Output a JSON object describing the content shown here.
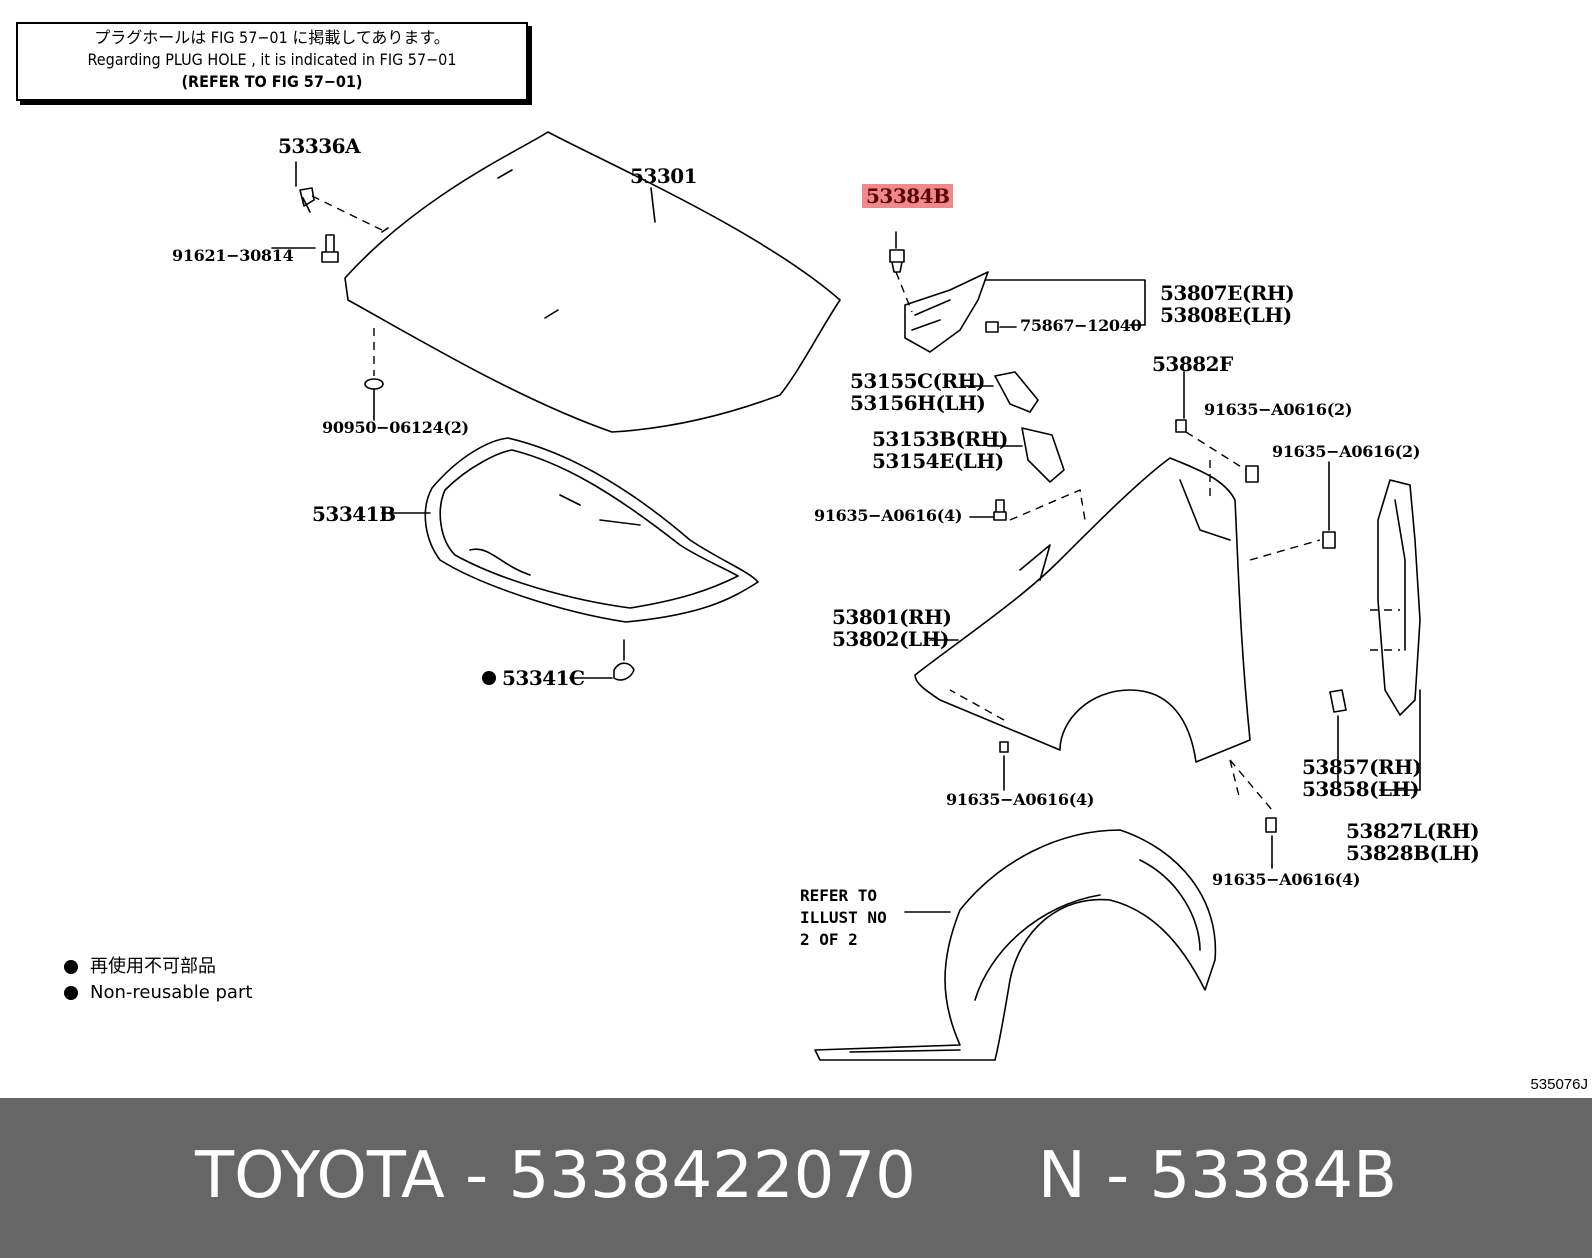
{
  "note": {
    "japanese": "プラグホールは FIG 57−01 に掲載してあります。",
    "english": "Regarding PLUG HOLE , it is indicated in FIG 57−01",
    "refer": "(REFER TO FIG 57−01)"
  },
  "callouts": {
    "p53336A": "53336A",
    "p53301": "53301",
    "p53384B": "53384B",
    "p91621": "91621−30814",
    "p53807E": "53807E(RH)",
    "p53808E": "53808E(LH)",
    "p75867": "75867−12040",
    "p90950": "90950−06124(2)",
    "p53882F": "53882F",
    "p53155C": "53155C(RH)",
    "p53156H": "53156H(LH)",
    "p91635a": "91635−A0616(2)",
    "p91635b": "91635−A0616(2)",
    "p53153B": "53153B(RH)",
    "p53154E": "53154E(LH)",
    "p53341B": "53341B",
    "p91635c": "91635−A0616(4)",
    "p53801": "53801(RH)",
    "p53802": "53802(LH)",
    "p53341C": "53341C",
    "p53857": "53857(RH)",
    "p53858": "53858(LH)",
    "p91635d": "91635−A0616(4)",
    "p53827L": "53827L(RH)",
    "p53828B": "53828B(LH)",
    "p91635e": "91635−A0616(4)"
  },
  "refer_illust": [
    "REFER TO",
    "ILLUST NO",
    "2 OF 2"
  ],
  "legend": {
    "japanese": "再使用不可部品",
    "english": "Non-reusable part"
  },
  "figure_id": "535076J",
  "footer": {
    "text": "TOYOTA - 5338422070      N - 53384B"
  },
  "colors": {
    "highlight": "#f08a8a",
    "footer_bg": "#666666",
    "footer_text": "#ffffff"
  }
}
